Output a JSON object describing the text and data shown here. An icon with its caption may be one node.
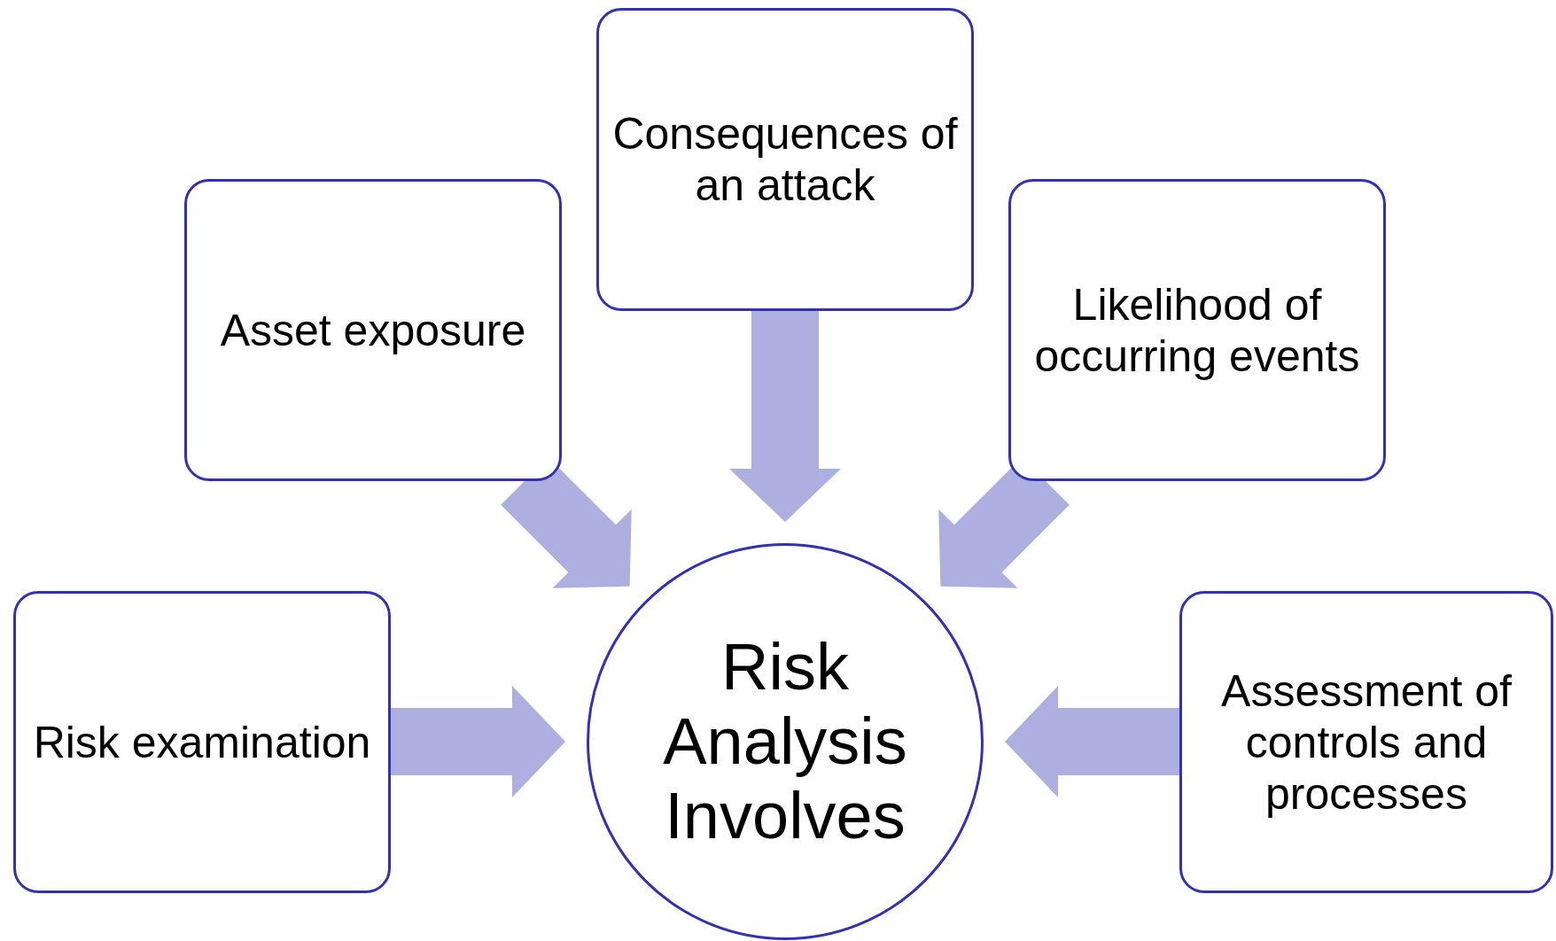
{
  "diagram": {
    "nodes": [
      {
        "text": [
          "Consequences of an attack"
        ]
      },
      {
        "text": [
          "Asset exposure"
        ]
      },
      {
        "text": [
          "Likelihood of occurring events"
        ]
      },
      {
        "text": [
          "Risk examination"
        ]
      },
      {
        "text": [
          "Risk Analysis Involves"
        ]
      },
      {
        "text": [
          "Assessment of controls and processes"
        ]
      }
    ],
    "edges": [
      {
        "from": 0,
        "to": 4,
        "arrow": "to"
      },
      {
        "from": 1,
        "to": 4,
        "arrow": "to"
      },
      {
        "from": 2,
        "to": 4,
        "arrow": "to"
      },
      {
        "from": 3,
        "to": 4,
        "arrow": "to"
      },
      {
        "from": 5,
        "to": 4,
        "arrow": "to"
      }
    ]
  }
}
